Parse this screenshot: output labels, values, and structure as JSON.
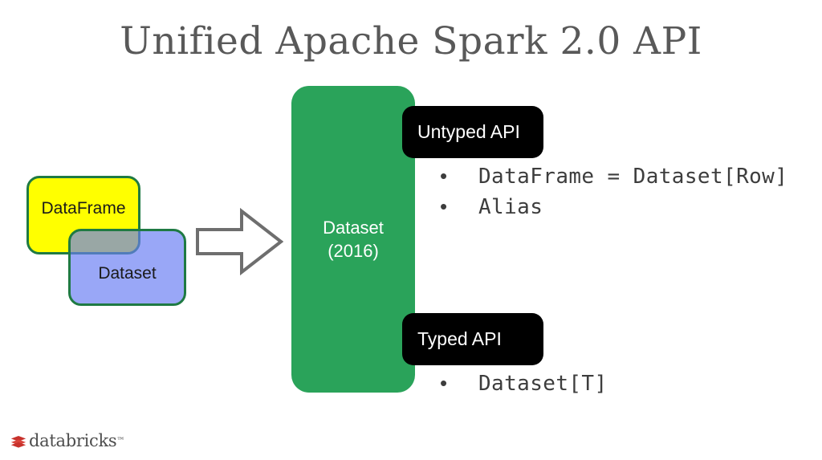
{
  "slide": {
    "title": "Unified Apache Spark 2.0 API",
    "background_color": "#FFFFFF",
    "title_color": "#595959"
  },
  "venn": {
    "dataframe": {
      "label": "DataFrame",
      "fill_color": "#FFFF00",
      "border_color": "#1F7A43"
    },
    "dataset": {
      "label": "Dataset",
      "fill_color": "#8099F5",
      "border_color": "#1F7A43"
    },
    "overlap_color": "#879B96"
  },
  "arrow": {
    "icon": "arrow-right-icon",
    "stroke_color": "#6E6E6E"
  },
  "dataset_column": {
    "line1": "Dataset",
    "line2": "(2016)",
    "fill_color": "#2AA35A",
    "text_color": "#FFFFFF"
  },
  "api_sections": [
    {
      "pill_label": "Untyped API",
      "pill_fill": "#000000",
      "pill_text_color": "#FFFFFF",
      "bullets": [
        "DataFrame = Dataset[Row]",
        "Alias"
      ]
    },
    {
      "pill_label": "Typed API",
      "pill_fill": "#000000",
      "pill_text_color": "#FFFFFF",
      "bullets": [
        "Dataset[T]"
      ]
    }
  ],
  "bullet_marker": "•",
  "bullet_text_color": "#3D3D3D",
  "branding": {
    "wordmark": "databricks",
    "trademark": "™",
    "mark_icon": "databricks-stacked-layers-icon",
    "mark_color": "#C8322C",
    "wordmark_color": "#4D4D4D"
  }
}
